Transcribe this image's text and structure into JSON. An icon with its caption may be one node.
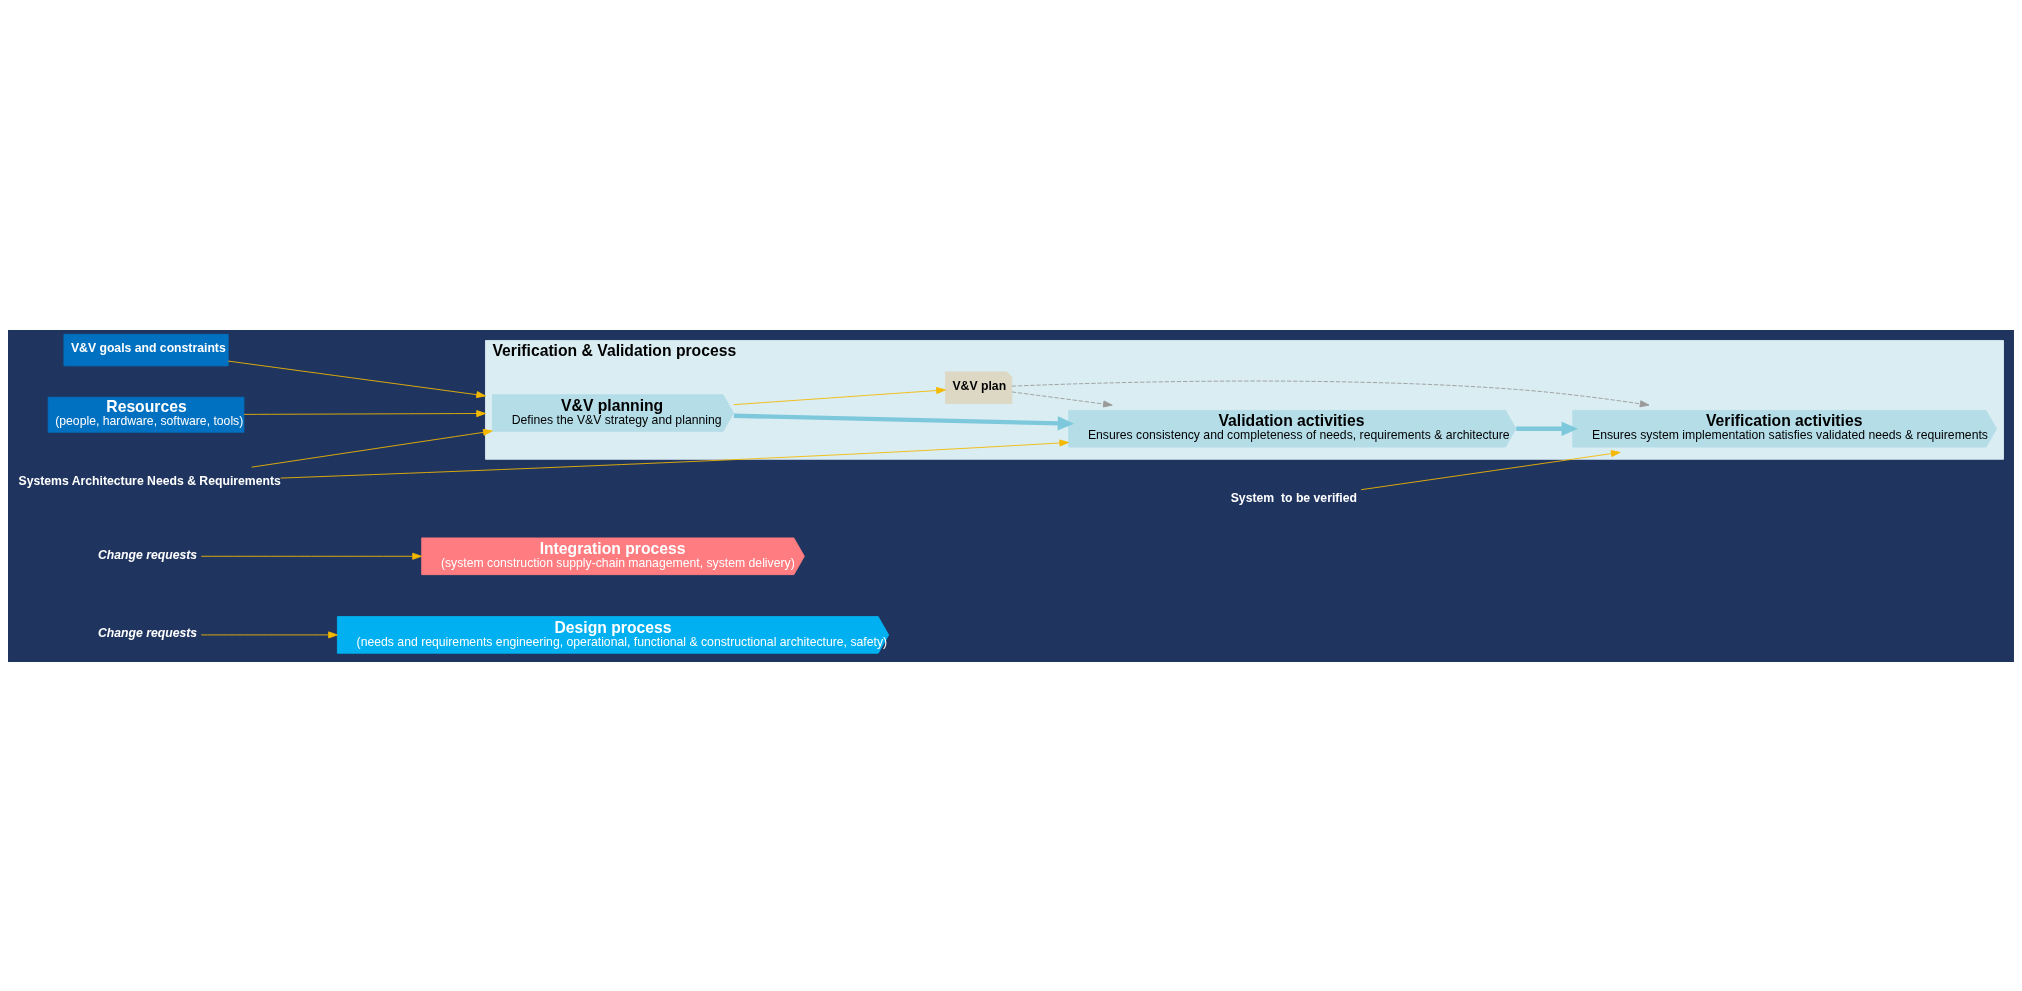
{
  "diagram": {
    "nodes": [
      {
        "text": [
          "Design process",
          "(needs and requirements engineering, operational, functional & constructional architecture, safety)"
        ]
      },
      {
        "text": [
          "Integration process",
          "(system construction supply-chain management, system delivery)"
        ]
      },
      {
        "text": [
          "Systems Architecture Needs & Requirements"
        ]
      },
      {
        "text": [
          "Change requests"
        ]
      },
      {
        "text": [
          "System  to be verified"
        ]
      },
      {
        "text": [
          "Change requests"
        ]
      },
      {
        "text": [
          "V&V goals and constraints"
        ]
      },
      {
        "text": [
          "Verification & Validation process"
        ]
      },
      {
        "text": [
          "V&V planning",
          "Defines the V&V strategy and planning"
        ],
        "in": 7
      },
      {
        "text": [
          "V&V plan"
        ],
        "in": 7
      },
      {
        "text": [
          "Validation activities",
          "Ensures consistency and completeness of needs, requirements & architecture"
        ],
        "in": 7
      },
      {
        "text": [
          "Verification activities",
          "Ensures system implementation satisfies validated needs & requirements"
        ],
        "in": 7
      },
      {
        "text": [
          "Resources",
          "(people, hardware, software, tools)"
        ]
      }
    ],
    "edges": [
      {
        "from": 6,
        "to": 7,
        "arrow": "to"
      },
      {
        "from": 2,
        "to": 8,
        "arrow": "to"
      },
      {
        "from": 2,
        "to": 10,
        "arrow": "to"
      },
      {
        "from": 3,
        "to": 0,
        "arrow": "to"
      },
      {
        "from": 8,
        "to": 9,
        "arrow": "to"
      },
      {
        "from": 9,
        "to": 10,
        "arrow": "to",
        "style": "dashed",
        "color": "#999999"
      },
      {
        "from": 8,
        "to": 10,
        "arrow": "to",
        "style": "thick",
        "color": "#7ec8dc"
      },
      {
        "from": 10,
        "to": 11,
        "arrow": "to",
        "style": "thick",
        "color": "#7ec8dc"
      },
      {
        "from": 9,
        "to": 11,
        "arrow": "to",
        "style": "dashed",
        "color": "#999999"
      },
      {
        "from": 4,
        "to": 11,
        "arrow": "to"
      },
      {
        "from": 5,
        "to": 1,
        "arrow": "to"
      },
      {
        "from": 12,
        "to": 7,
        "arrow": "to"
      }
    ]
  }
}
